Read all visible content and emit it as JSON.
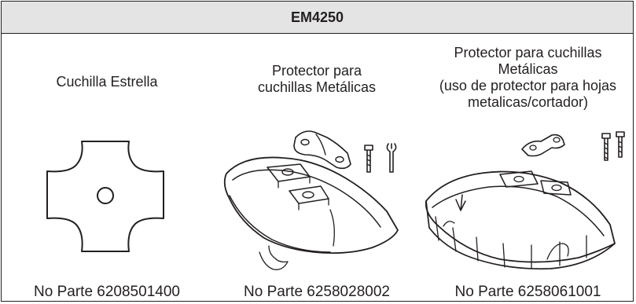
{
  "header": {
    "title": "EM4250"
  },
  "items": [
    {
      "caption": [
        "Cuchilla Estrella"
      ],
      "part": "No Parte 6208501400",
      "icon": "star-blade-icon"
    },
    {
      "caption": [
        "Protector para",
        "cuchillas Metálicas"
      ],
      "part": "No Parte 6258028002",
      "icon": "metal-blade-guard-icon"
    },
    {
      "caption": [
        "Protector para cuchillas",
        "Metálicas",
        "(uso de protector para hojas",
        "metalicas/cortador)"
      ],
      "part": "No Parte 6258061001",
      "icon": "blade-guard-cutter-icon"
    }
  ]
}
